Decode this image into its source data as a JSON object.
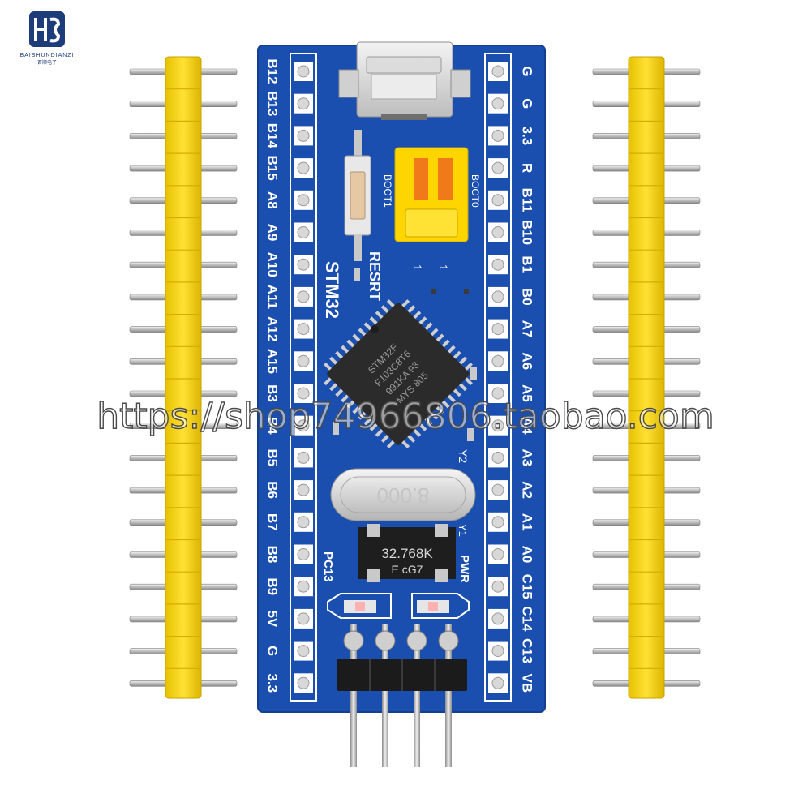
{
  "brand": {
    "logo_text": "BAISHUNDIANZI",
    "logo_cn": "百顺电子"
  },
  "board": {
    "left_labels": [
      "B12",
      "B13",
      "B14",
      "B15",
      "A8",
      "A9",
      "A10",
      "A11",
      "A12",
      "A15",
      "B3",
      "B4",
      "B5",
      "B6",
      "B7",
      "B8",
      "B9",
      "5V",
      "G",
      "3.3"
    ],
    "right_labels": [
      "G",
      "G",
      "3.3",
      "R",
      "B11",
      "B10",
      "B1",
      "B0",
      "A7",
      "A6",
      "A5",
      "A4",
      "A3",
      "A2",
      "A1",
      "A0",
      "C15",
      "C14",
      "C13",
      "VB"
    ],
    "reset_label": "RESRT",
    "boot0_label": "BOOT0",
    "boot1_label": "BOOT1",
    "jumper_marks": [
      "1",
      "1"
    ],
    "mcu_logo": "STM32",
    "chip_lines": [
      "STM32F",
      "F103C8T6",
      "991KA 93",
      "MYS 805"
    ],
    "crystal_label": "8.000",
    "rtc_crystal_lines": [
      "32.768K",
      "E  cG7"
    ],
    "y2_label": "Y2",
    "y1_label": "Y1",
    "pc13_label": "PC13",
    "pwr_label": "PWR",
    "colors": {
      "pcb": "#1a4fb0",
      "header": "#f5d20c",
      "pad": "#ffffff",
      "silk": "#ffffff"
    }
  },
  "watermark": {
    "url": "https://shop74966806.taobao.com"
  }
}
